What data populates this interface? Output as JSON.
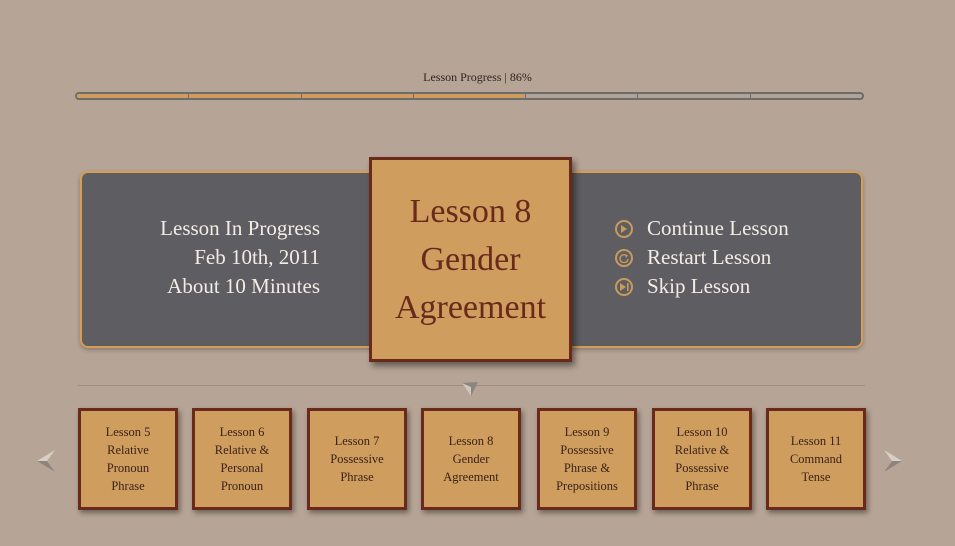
{
  "progress": {
    "label": "Lesson Progress | 86%",
    "percent": 57,
    "segments": 7
  },
  "status": {
    "line1": "Lesson In Progress",
    "line2": "Feb 10th, 2011",
    "line3": "About 10 Minutes"
  },
  "current_lesson": {
    "number": "Lesson 8",
    "title_line1": "Gender",
    "title_line2": "Agreement"
  },
  "actions": [
    {
      "label": "Continue Lesson",
      "icon": "play-icon"
    },
    {
      "label": "Restart Lesson",
      "icon": "restart-icon"
    },
    {
      "label": "Skip Lesson",
      "icon": "skip-icon"
    }
  ],
  "lessons": [
    {
      "label": "Lesson 5\nRelative\nPronoun\nPhrase"
    },
    {
      "label": "Lesson 6\nRelative &\nPersonal\nPronoun"
    },
    {
      "label": "Lesson 7\nPossessive\nPhrase"
    },
    {
      "label": "Lesson 8\nGender\nAgreement"
    },
    {
      "label": "Lesson 9\nPossessive\nPhrase &\nPrepositions"
    },
    {
      "label": "Lesson 10\nRelative &\nPossessive\nPhrase"
    },
    {
      "label": "Lesson 11\nCommand\nTense"
    }
  ],
  "colors": {
    "background": "#b6a496",
    "panel": "#5e5d62",
    "accent": "#cf9d5e",
    "border": "#6a2a1b"
  }
}
